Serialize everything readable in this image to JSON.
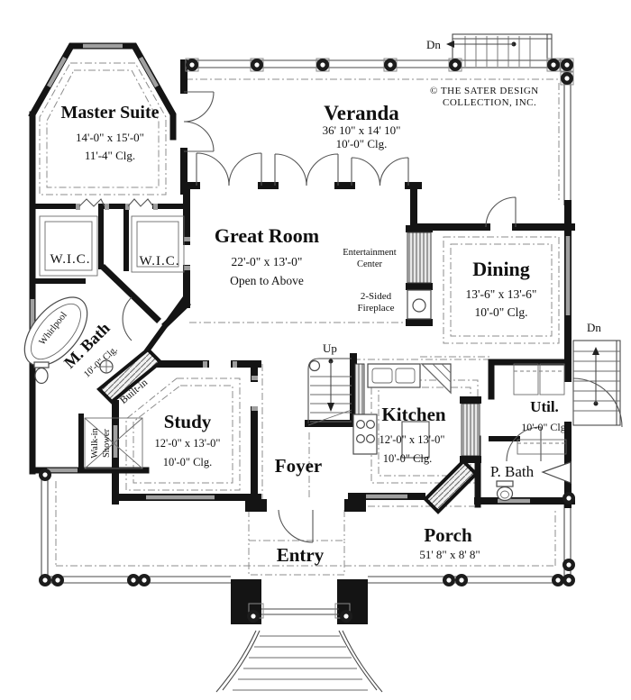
{
  "branding": {
    "copyright_line1": "© THE SATER DESIGN",
    "copyright_line2": "COLLECTION, INC."
  },
  "rooms": {
    "master_suite": {
      "name": "Master Suite",
      "dim": "14'-0\" x 15'-0\"",
      "ceiling": "11'-4\" Clg."
    },
    "veranda": {
      "name": "Veranda",
      "dim": "36' 10\" x 14' 10\"",
      "ceiling": "10'-0\" Clg."
    },
    "great_room": {
      "name": "Great Room",
      "dim": "22'-0\" x 13'-0\"",
      "note": "Open to Above"
    },
    "dining": {
      "name": "Dining",
      "dim": "13'-6\" x 13'-6\"",
      "ceiling": "10'-0\" Clg."
    },
    "wic": {
      "name": "W.I.C."
    },
    "master_bath": {
      "name": "M. Bath",
      "ceiling": "10'-0\" Clg."
    },
    "study": {
      "name": "Study",
      "dim": "12'-0\" x 13'-0\"",
      "ceiling": "10'-0\" Clg."
    },
    "foyer": {
      "name": "Foyer"
    },
    "kitchen": {
      "name": "Kitchen",
      "dim": "12'-0\" x 13'-0\"",
      "ceiling": "10'-0\" Clg."
    },
    "utility": {
      "name": "Util.",
      "ceiling": "10'-0\" Clg"
    },
    "powder_bath": {
      "name": "P. Bath"
    },
    "porch": {
      "name": "Porch",
      "dim": "51' 8\" x 8' 8\""
    },
    "entry": {
      "name": "Entry"
    }
  },
  "features": {
    "entertainment_center_line1": "Entertainment",
    "entertainment_center_line2": "Center",
    "fireplace_line1": "2-Sided",
    "fireplace_line2": "Fireplace",
    "built_in": "Built-in",
    "walk_in_shower_line1": "Walk-in",
    "walk_in_shower_line2": "Shower",
    "whirlpool": "Whirlpool",
    "stair_up": "Up",
    "stair_down_veranda": "Dn",
    "stair_down_dining": "Dn"
  },
  "colors": {
    "wall": "#141414",
    "line": "#4a4a4a",
    "dash": "#8c8c8c",
    "window": "#a0a0a0",
    "paper": "#ffffff"
  }
}
